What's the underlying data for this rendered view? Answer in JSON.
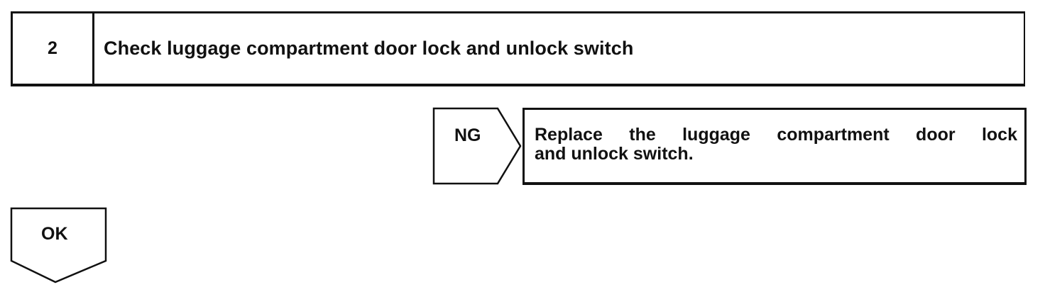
{
  "step": {
    "number": "2",
    "title": "Check luggage compartment door lock and unlock switch"
  },
  "ng_branch": {
    "label": "NG",
    "result_line1_words": [
      "Replace",
      "the",
      "luggage",
      "compartment",
      "door",
      "lock"
    ],
    "result_line2": "and unlock switch."
  },
  "ok_branch": {
    "label": "OK"
  }
}
